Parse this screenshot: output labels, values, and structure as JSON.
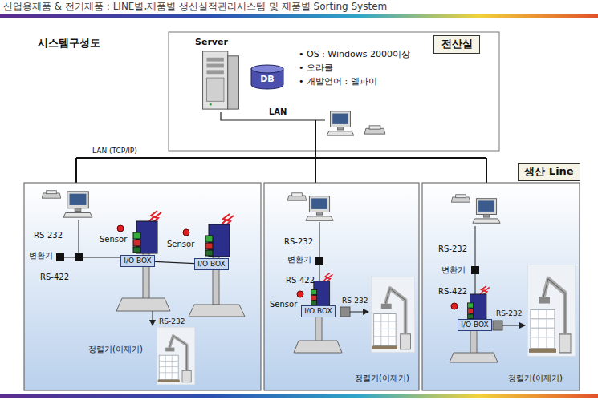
{
  "diagram": {
    "title": "산업용제품 & 전기제품 : LINE별,제품별 생산실적관리시스템 및 제품별 Sorting System",
    "nodes": [
      {
        "text": [
          "전산실"
        ]
      },
      {
        "text": [
          "DB"
        ]
      },
      {
        "text": [
          "생산 Line"
        ]
      },
      {
        "text": [
          "I/O BOX"
        ]
      },
      {
        "text": [
          "I/O BOX"
        ]
      },
      {
        "text": [
          "I/O BOX"
        ]
      },
      {
        "text": [
          "I/O BOX"
        ]
      }
    ],
    "edges": [
      {
        "from": 3,
        "to": 4,
        "arrow": "none"
      }
    ],
    "labels": [
      "시스템구성도",
      "Server",
      "• OS : Windows 2000이상",
      "• 오라클",
      "• 개발언어 : 델파이",
      "LAN",
      "LAN (TCP/IP)",
      "RS-232",
      "변환기",
      "RS-422",
      "Sensor",
      "Sensor",
      "RS-232",
      "정렬기(이재기)",
      "RS-232",
      "변환기",
      "RS-422",
      "Sensor",
      "RS-232",
      "정렬기(이재기)",
      "RS-232",
      "변환기",
      "RS-422",
      "RS-232",
      "정렬기(이재기)"
    ]
  }
}
